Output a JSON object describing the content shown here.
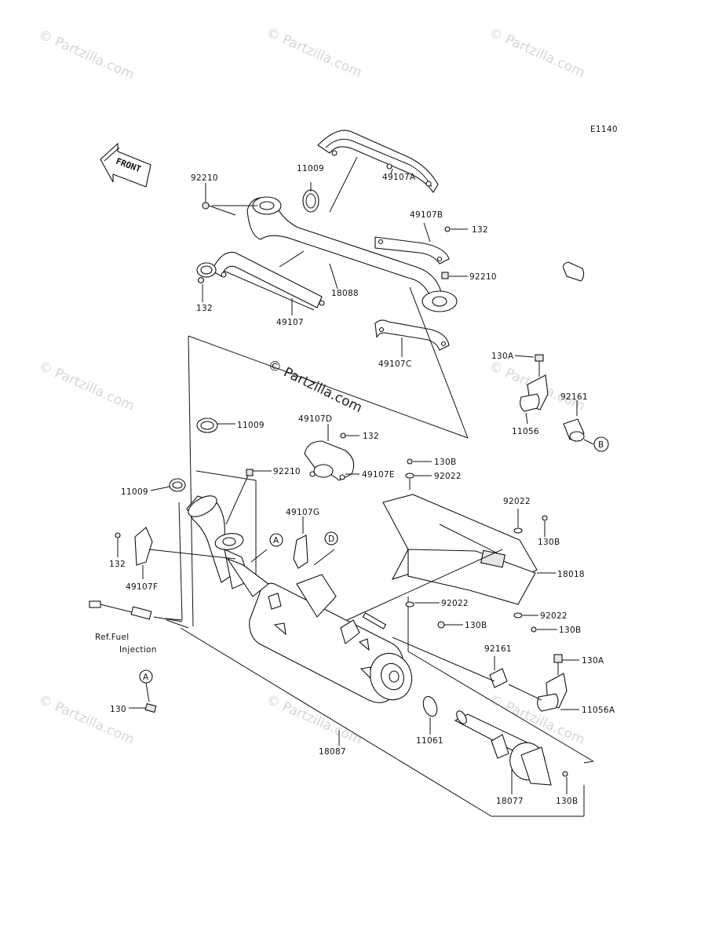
{
  "diagram_code": "E1140",
  "front_label": "FRONT",
  "watermark_text": "© Partzilla.com",
  "center_watermark": "© Partzilla.com",
  "callouts": {
    "l_92210_top": "92210",
    "l_11009_top": "11009",
    "l_49107A": "49107A",
    "l_49107B": "49107B",
    "l_132_right": "132",
    "l_92210_right": "92210",
    "l_18088": "18088",
    "l_132_left": "132",
    "l_49107": "49107",
    "l_49107C": "49107C",
    "l_130A_top": "130A",
    "l_92161_top": "92161",
    "l_11056": "11056",
    "l_B": "B",
    "l_11009_mid": "11009",
    "l_49107D": "49107D",
    "l_132_mid": "132",
    "l_49107E": "49107E",
    "l_130B_a": "130B",
    "l_92022_a": "92022",
    "l_92210_mid": "92210",
    "l_11009_left": "11009",
    "l_49107G": "49107G",
    "l_A_mid": "A",
    "l_D": "D",
    "l_92022_b": "92022",
    "l_130B_b": "130B",
    "l_18018": "18018",
    "l_132_lower": "132",
    "l_49107F": "49107F",
    "l_92022_c": "92022",
    "l_130B_c": "130B",
    "l_92022_d": "92022",
    "l_130B_d": "130B",
    "l_ref_fuel": "Ref.Fuel",
    "l_injection": "Injection",
    "l_92161_low": "92161",
    "l_130A_low": "130A",
    "l_11056A": "11056A",
    "l_A_low": "A",
    "l_130": "130",
    "l_11061": "11061",
    "l_18087": "18087",
    "l_18077": "18077",
    "l_130B_e": "130B"
  }
}
